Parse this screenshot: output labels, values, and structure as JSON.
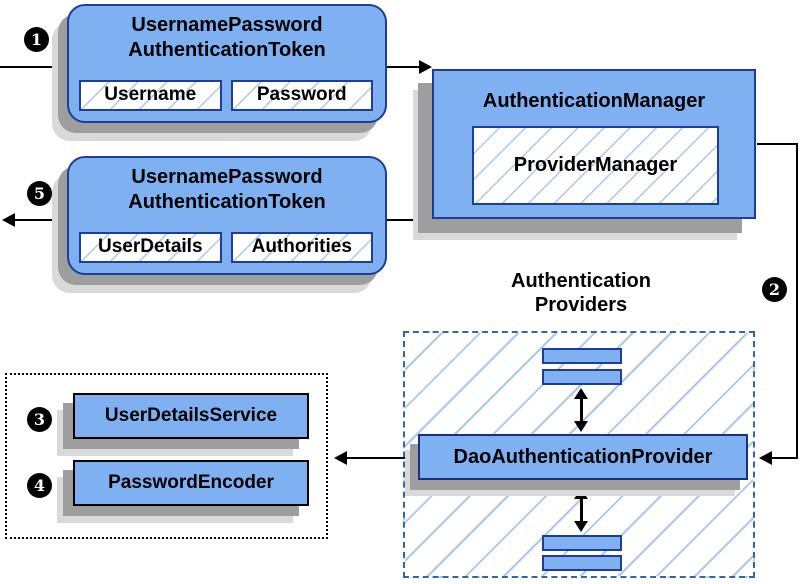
{
  "steps": [
    "1",
    "2",
    "3",
    "4",
    "5"
  ],
  "token_request": {
    "title_lines": [
      "UsernamePassword",
      "AuthenticationToken"
    ],
    "fields": [
      "Username",
      "Password"
    ]
  },
  "authentication_manager": {
    "title": "AuthenticationManager",
    "inner": "ProviderManager"
  },
  "token_response": {
    "title_lines": [
      "UsernamePassword",
      "AuthenticationToken"
    ],
    "fields": [
      "UserDetails",
      "Authorities"
    ]
  },
  "providers_group": {
    "heading_lines": [
      "Authentication",
      "Providers"
    ],
    "dao_provider": "DaoAuthenticationProvider"
  },
  "services_group": {
    "items": [
      "UserDetailsService",
      "PasswordEncoder"
    ]
  },
  "colors": {
    "node_fill": "#7fb1f2",
    "node_border": "#1d3e94",
    "hatch_line": "#a8c8f0",
    "dashed_border": "#3465a4",
    "shadow_dark": "#9e9e9e",
    "shadow_light": "#d9d9d9",
    "arrow": "#000000",
    "badge_bg": "#000000",
    "badge_text": "#ffffff"
  }
}
